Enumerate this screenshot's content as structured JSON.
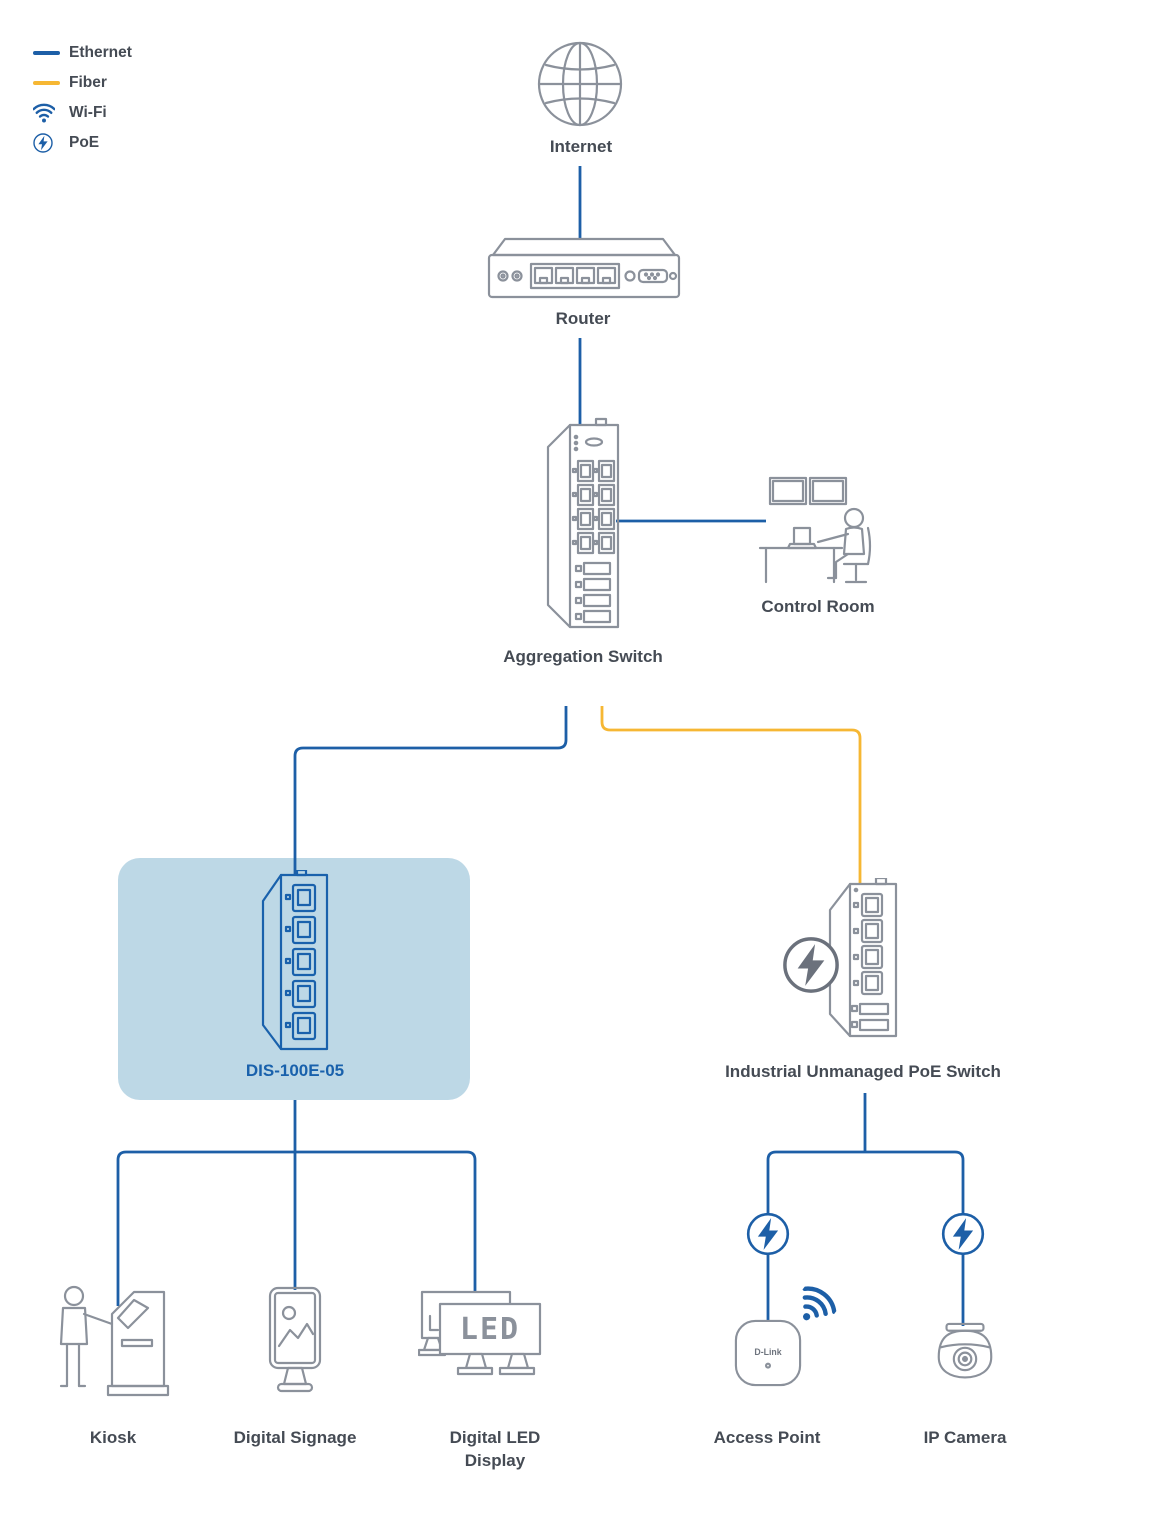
{
  "colors": {
    "ethernet": "#1d5fa7",
    "fiber": "#f6b733",
    "device": "#8b919b",
    "accent": "#1961ac",
    "label": "#454b54",
    "highlight": "#bdd8e6"
  },
  "legend": {
    "items": [
      {
        "label": "Ethernet",
        "type": "ethernet-line"
      },
      {
        "label": "Fiber",
        "type": "fiber-line"
      },
      {
        "label": "Wi-Fi",
        "type": "wifi-icon"
      },
      {
        "label": "PoE",
        "type": "poe-icon"
      }
    ]
  },
  "nodes": {
    "internet": {
      "label": "Internet"
    },
    "router": {
      "label": "Router"
    },
    "aggregation_switch": {
      "label": "Aggregation Switch"
    },
    "control_room": {
      "label": "Control Room"
    },
    "dis_switch": {
      "label": "DIS-100E-05",
      "highlighted": true
    },
    "poe_switch": {
      "label": "Industrial Unmanaged PoE Switch"
    },
    "kiosk": {
      "label": "Kiosk"
    },
    "digital_signage": {
      "label": "Digital Signage"
    },
    "digital_led_display": {
      "label": "Digital LED Display",
      "screen_text": "LED"
    },
    "access_point": {
      "label": "Access Point",
      "logo": "D-Link"
    },
    "ip_camera": {
      "label": "IP Camera"
    }
  },
  "connections": [
    {
      "from": "internet",
      "to": "router",
      "type": "ethernet"
    },
    {
      "from": "router",
      "to": "aggregation_switch",
      "type": "ethernet"
    },
    {
      "from": "aggregation_switch",
      "to": "control_room",
      "type": "ethernet"
    },
    {
      "from": "aggregation_switch",
      "to": "dis_switch",
      "type": "ethernet"
    },
    {
      "from": "aggregation_switch",
      "to": "poe_switch",
      "type": "fiber"
    },
    {
      "from": "dis_switch",
      "to": "kiosk",
      "type": "ethernet"
    },
    {
      "from": "dis_switch",
      "to": "digital_signage",
      "type": "ethernet"
    },
    {
      "from": "dis_switch",
      "to": "digital_led_display",
      "type": "ethernet"
    },
    {
      "from": "poe_switch",
      "to": "access_point",
      "type": "ethernet-poe"
    },
    {
      "from": "poe_switch",
      "to": "ip_camera",
      "type": "ethernet-poe"
    }
  ]
}
